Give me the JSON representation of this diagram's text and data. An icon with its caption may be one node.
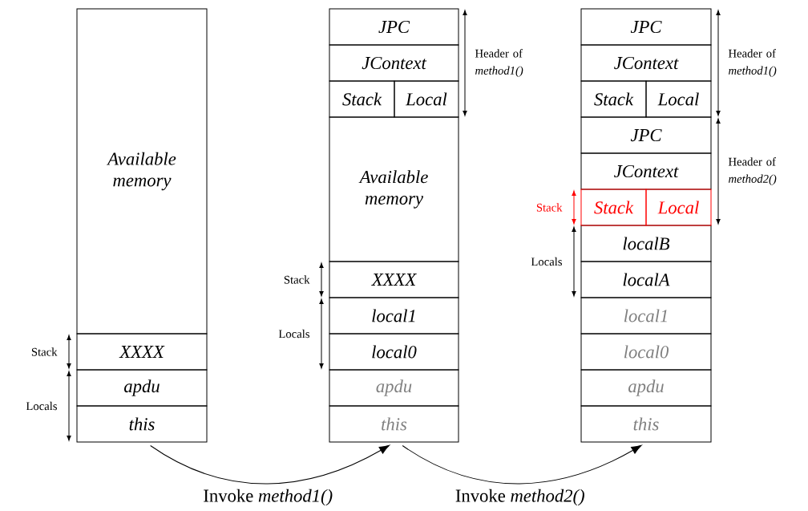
{
  "diagram": {
    "nodes": [
      {
        "text": [
          "Available memory"
        ]
      },
      {
        "text": [
          "XXXX"
        ]
      },
      {
        "text": [
          "apdu"
        ]
      },
      {
        "text": [
          "this"
        ]
      },
      {
        "text": [
          "JPC"
        ]
      },
      {
        "text": [
          "JContext"
        ]
      },
      {
        "text": [
          "Stack"
        ]
      },
      {
        "text": [
          "Local"
        ]
      },
      {
        "text": [
          "Available memory"
        ]
      },
      {
        "text": [
          "XXXX"
        ]
      },
      {
        "text": [
          "local1"
        ]
      },
      {
        "text": [
          "local0"
        ]
      },
      {
        "text": [
          "apdu"
        ]
      },
      {
        "text": [
          "this"
        ]
      },
      {
        "text": [
          "JPC"
        ]
      },
      {
        "text": [
          "JContext"
        ]
      },
      {
        "text": [
          "Stack"
        ]
      },
      {
        "text": [
          "Local"
        ]
      },
      {
        "text": [
          "JPC"
        ]
      },
      {
        "text": [
          "JContext"
        ]
      },
      {
        "text": [
          "Stack"
        ]
      },
      {
        "text": [
          "Local"
        ]
      },
      {
        "text": [
          "localB"
        ]
      },
      {
        "text": [
          "localA"
        ]
      },
      {
        "text": [
          "local1"
        ]
      },
      {
        "text": [
          "local0"
        ]
      },
      {
        "text": [
          "apdu"
        ]
      },
      {
        "text": [
          "this"
        ]
      }
    ],
    "edges": [
      {
        "from": 3,
        "to": 13,
        "arrow": "to",
        "label": "Invoke *method1()*"
      },
      {
        "from": 13,
        "to": 27,
        "arrow": "to",
        "label": "Invoke *method2()*"
      }
    ],
    "labels": [
      "Header of *method1()*",
      "Header of *method1()*",
      "Header of *method2()*",
      "Stack",
      "Locals",
      "Stack",
      "Locals",
      "Stack",
      "Locals"
    ]
  }
}
